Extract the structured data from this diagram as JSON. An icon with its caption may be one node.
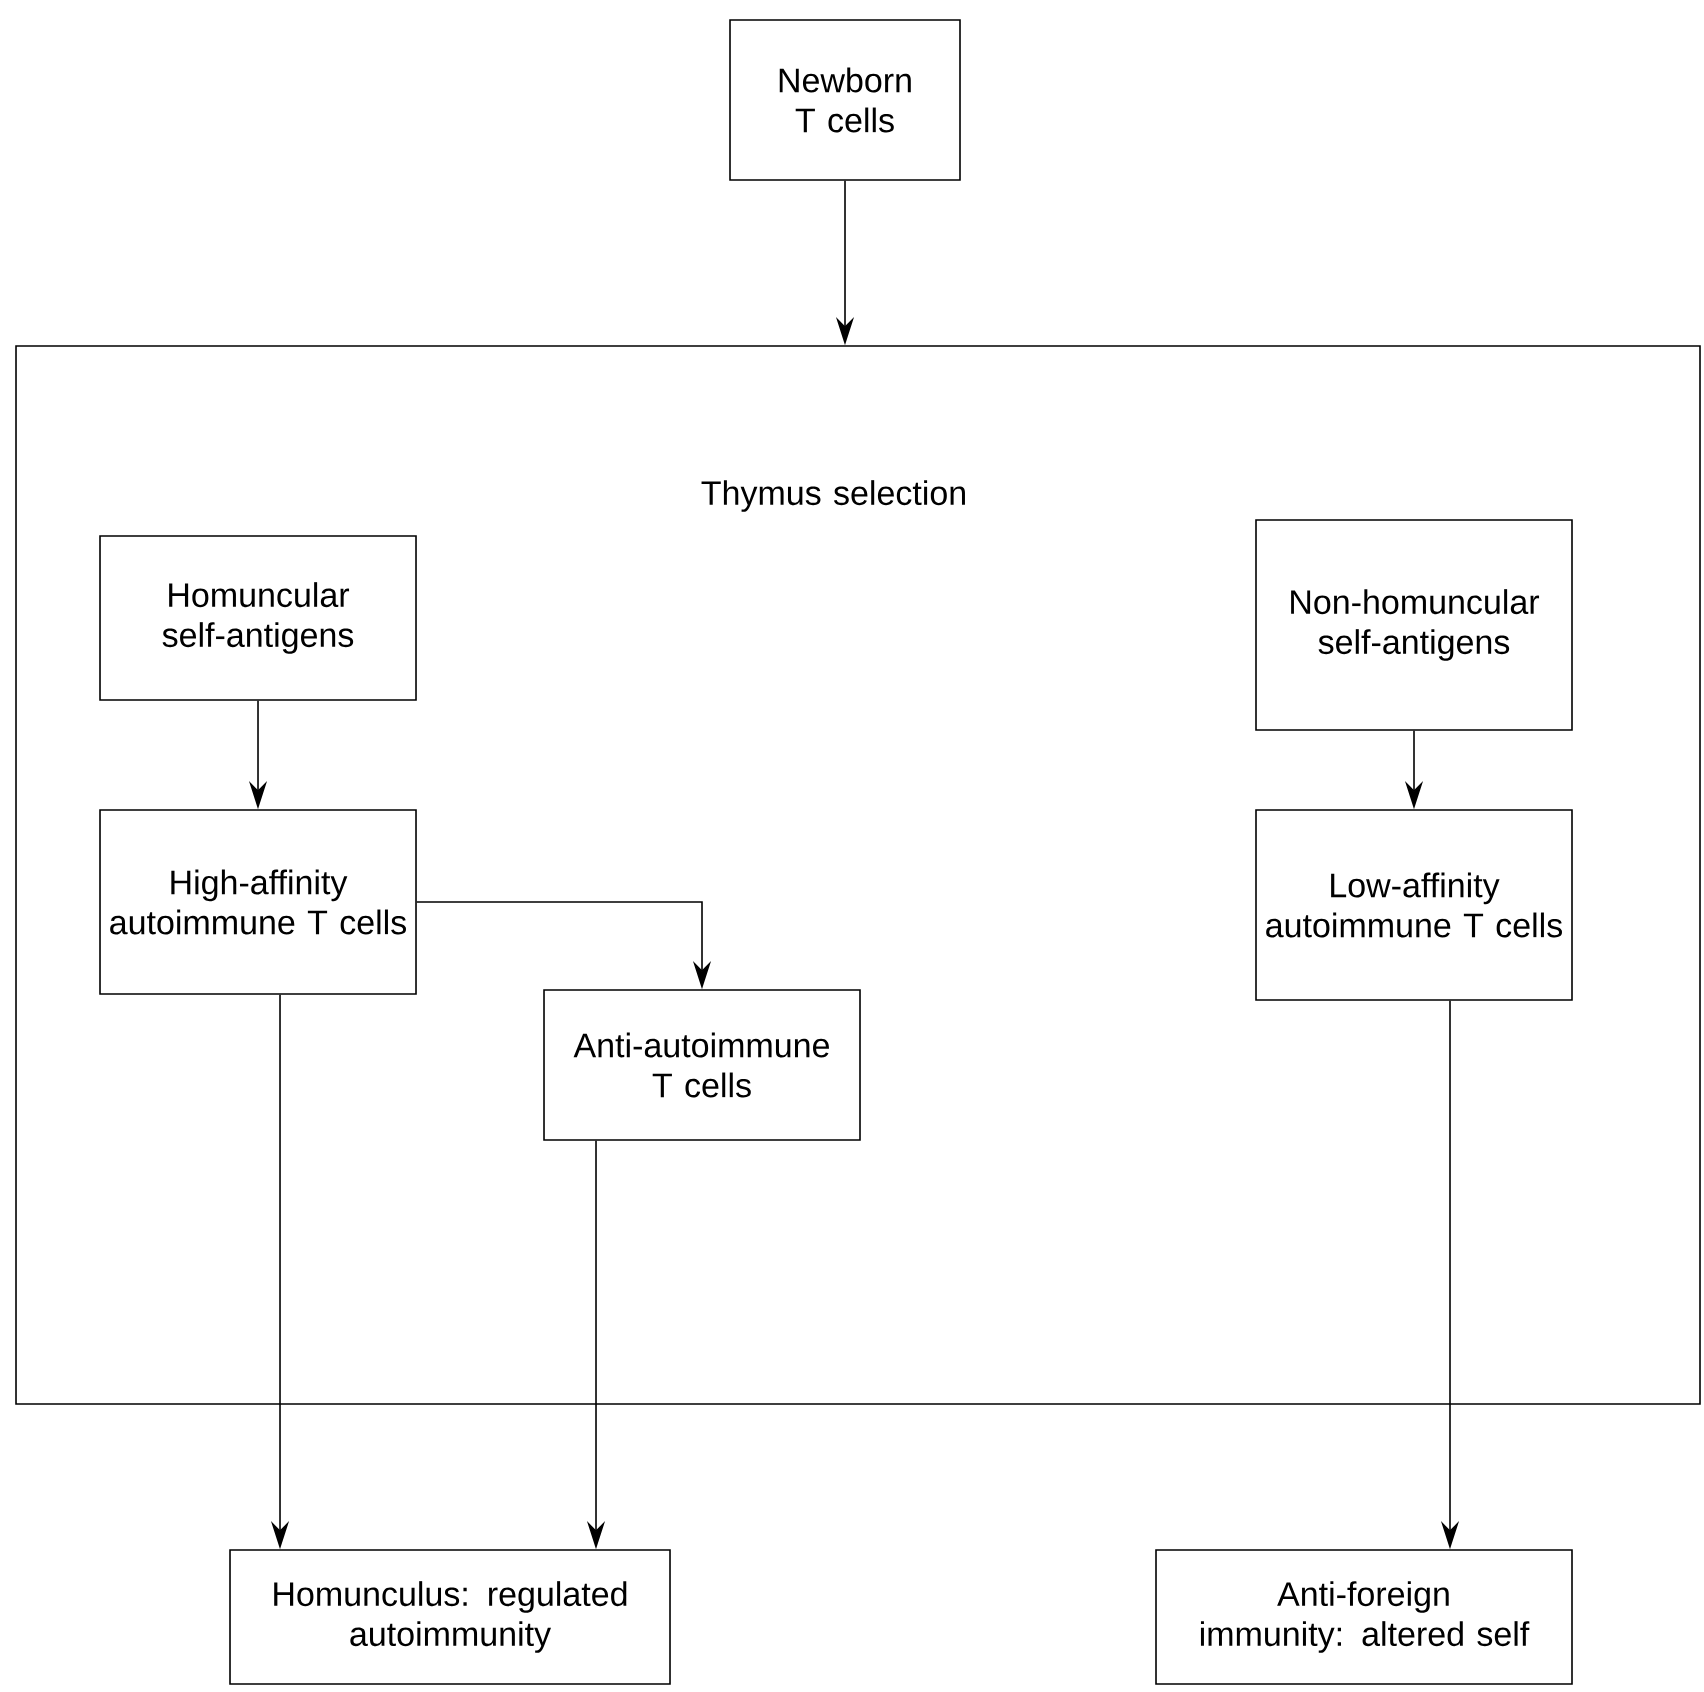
{
  "diagram": {
    "nodes": [
      {
        "text": [
          "Newborn T cells"
        ]
      },
      {
        "text": [
          "Thymus selection"
        ]
      },
      {
        "text": [
          "Homuncular self-antigens"
        ],
        "in": 1
      },
      {
        "text": [
          "Non-homuncular self-antigens"
        ],
        "in": 1
      },
      {
        "text": [
          "High-affinity autoimmune T cells"
        ],
        "in": 1
      },
      {
        "text": [
          "Low-affinity autoimmune T cells"
        ],
        "in": 1
      },
      {
        "text": [
          "Anti-autoimmune T cells"
        ],
        "in": 1
      },
      {
        "text": [
          "Homunculus: regulated autoimmunity"
        ]
      },
      {
        "text": [
          "Anti-foreign immunity: altered self"
        ]
      }
    ],
    "edges": [
      {
        "from": 0,
        "to": 1,
        "arrow": "to"
      },
      {
        "from": 2,
        "to": 4,
        "arrow": "to"
      },
      {
        "from": 3,
        "to": 5,
        "arrow": "to"
      },
      {
        "from": 4,
        "to": 6,
        "arrow": "to"
      },
      {
        "from": 4,
        "to": 7,
        "arrow": "to"
      },
      {
        "from": 6,
        "to": 7,
        "arrow": "to"
      },
      {
        "from": 5,
        "to": 8,
        "arrow": "to"
      }
    ]
  }
}
